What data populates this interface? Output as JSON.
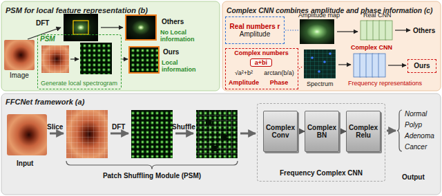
{
  "diagram": {
    "nodes": [
      {
        "text": [
          "PSM for local feature representation (b)"
        ]
      },
      {
        "text": [
          "PSM",
          "Generate local spectrogram"
        ],
        "in": 0
      },
      {
        "text": [
          "Complex CNN combines amplitude and phase information (c)"
        ]
      },
      {
        "text": [
          "Real numbers r",
          "Amplitude"
        ],
        "in": 2
      },
      {
        "text": [
          "Complex numbers",
          "a+bi",
          "√a²+b²",
          "arctan(b/a)",
          "Amplitude",
          "Phase"
        ],
        "in": 2
      },
      {
        "text": [
          "Ours"
        ],
        "in": 2
      },
      {
        "text": [
          "FFCNet framework (a)"
        ]
      },
      {
        "text": [
          "Frequency Complex CNN"
        ],
        "in": 6
      },
      {
        "text": [
          "Complex Conv"
        ],
        "in": 7
      },
      {
        "text": [
          "Complex BN"
        ],
        "in": 7
      },
      {
        "text": [
          "Complex Relu"
        ],
        "in": 7
      }
    ],
    "edges": [
      {
        "from": 8,
        "to": 9,
        "arrow": "to"
      },
      {
        "from": 9,
        "to": 10,
        "arrow": "to"
      }
    ],
    "labels": [
      "DFT",
      "Others",
      "No Local information",
      "Image",
      "Ours",
      "Local information",
      "Amplitude map",
      "Real CNN",
      "Others",
      "Complex CNN",
      "Spectrum",
      "Frequency representations",
      "Input",
      "Slice",
      "DFT",
      "Shuffle",
      "Patch Shuffling Module (PSM)",
      "Output",
      "Normal",
      "Polyp",
      "Adenoma",
      "Cancer"
    ]
  }
}
